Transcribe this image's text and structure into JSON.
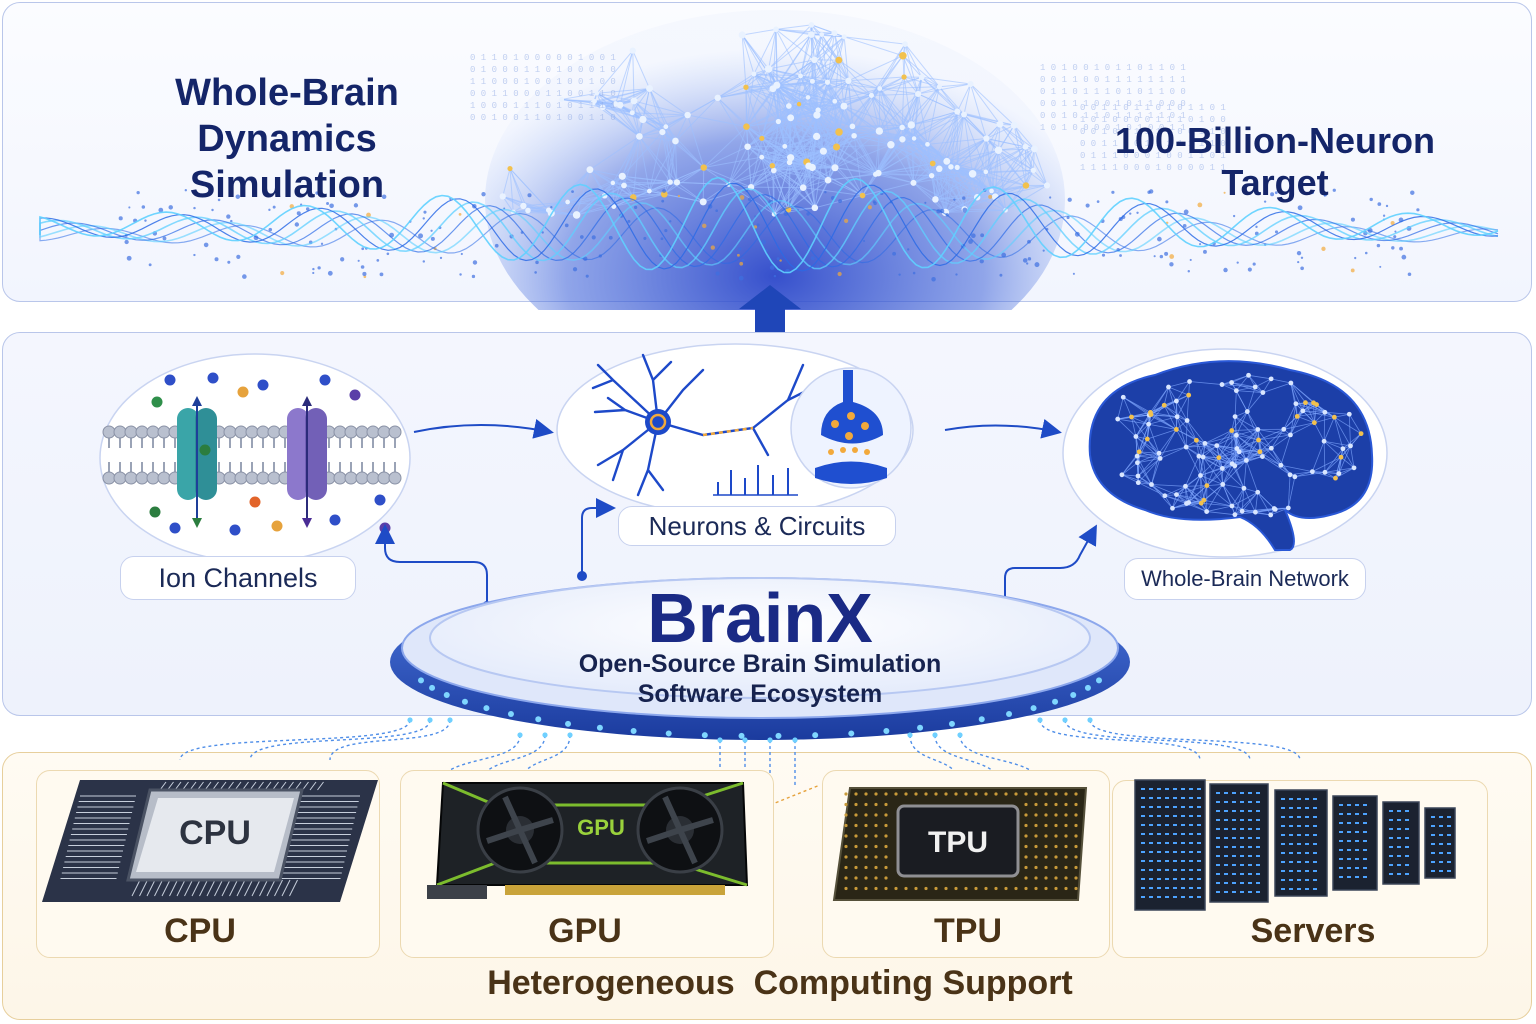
{
  "top": {
    "title_line1": "Whole-Brain",
    "title_line2": "Dynamics Simulation",
    "target": "100-Billion-Neuron Target"
  },
  "levels": {
    "ion_channels": "Ion Channels",
    "neurons": "Neurons & Circuits",
    "network": "Whole-Brain Network"
  },
  "platform": {
    "name": "BrainX",
    "subtitle_line1": "Open-Source Brain Simulation",
    "subtitle_line2": "Software Ecosystem"
  },
  "hardware": {
    "cpu_chip": "CPU",
    "gpu_chip": "GPU",
    "tpu_chip": "TPU",
    "cpu": "CPU",
    "gpu": "GPU",
    "tpu": "TPU",
    "servers": "Servers",
    "caption": "Heterogeneous  Computing Support"
  },
  "colors": {
    "navy": "#142569",
    "blue": "#2f5ed6",
    "cyan": "#4fc6f0",
    "gold": "#e6a23c",
    "bronze": "#4a3317"
  }
}
